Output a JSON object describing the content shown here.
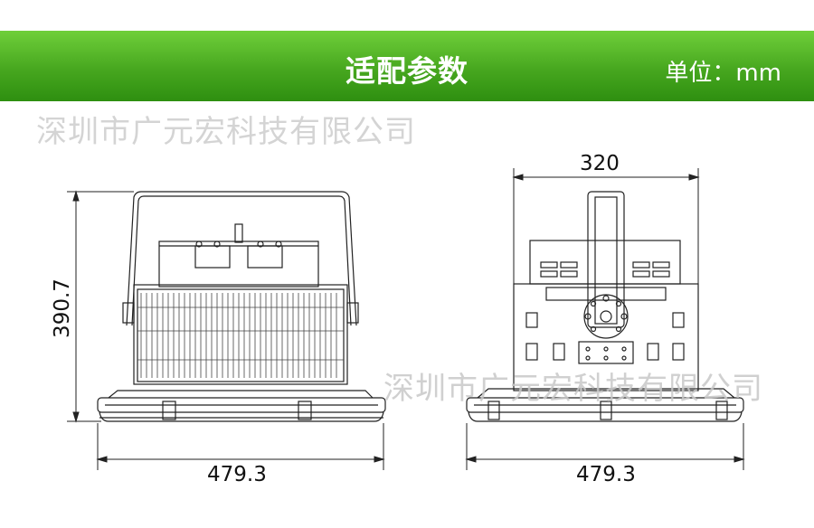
{
  "header": {
    "title": "适配参数",
    "unit": "单位：mm"
  },
  "watermark": {
    "text1": "深圳市广元宏科技有限公司",
    "text2": "深圳市广元宏科技有限公司"
  },
  "dimensions": {
    "width_front": "479.3",
    "width_side": "479.3",
    "height": "390.7",
    "top_width": "320"
  },
  "colors": {
    "banner_green": "#47a71f",
    "line": "#222222",
    "watermark": "#d4d4d4"
  }
}
